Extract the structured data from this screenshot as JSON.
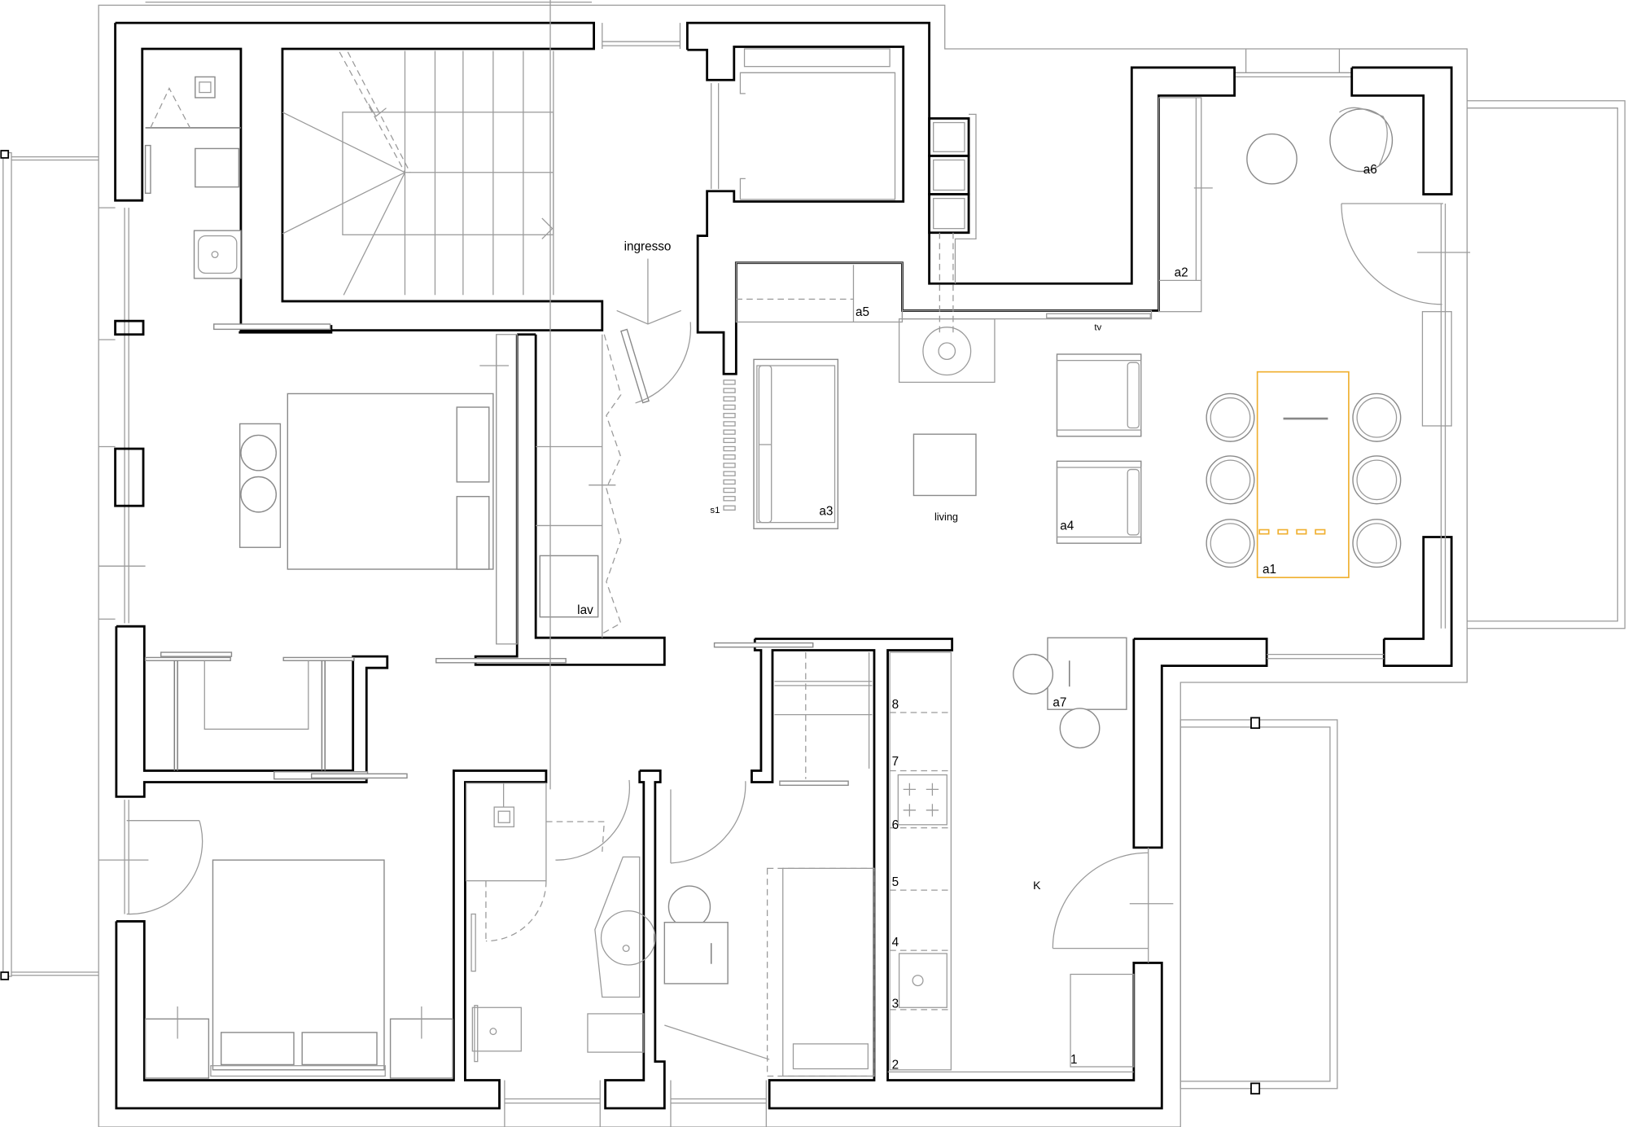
{
  "plan": {
    "rooms": {
      "entrance": "ingresso",
      "laundry": "lav",
      "living": "living",
      "kitchen": "K"
    },
    "items": {
      "a1": "a1",
      "a2": "a2",
      "a3": "a3",
      "a4": "a4",
      "a5": "a5",
      "a6": "a6",
      "a7": "a7",
      "s1": "s1",
      "tv": "tv"
    },
    "kitchen_modules": [
      "1",
      "2",
      "3",
      "4",
      "5",
      "6",
      "7",
      "8"
    ],
    "colors": {
      "walls": "#000000",
      "furniture": "#8a8a8a",
      "dining_table_highlight": "#f0b030"
    }
  }
}
